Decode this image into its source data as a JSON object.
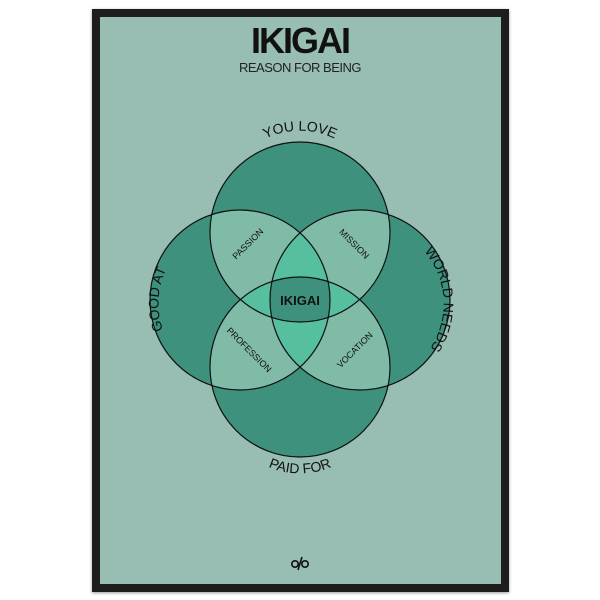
{
  "poster": {
    "title": "IKIGAI",
    "subtitle": "REASON FOR BEING",
    "logo_icon": "percent-slash-logo"
  },
  "diagram": {
    "circles": [
      "YOU LOVE",
      "GOOD AT",
      "WORLD NEEDS",
      "PAID FOR"
    ],
    "overlaps": {
      "love_good": "PASSION",
      "love_world": "MISSION",
      "good_paid": "PROFESSION",
      "world_paid": "VOCATION",
      "center": "IKIGAI"
    },
    "colors": {
      "background": "#98bdb2",
      "single": "#3d917d",
      "double": "#80bba8",
      "triple": "#55bf9f",
      "center": "#3d917d",
      "frame": "#1d1d1b"
    }
  }
}
